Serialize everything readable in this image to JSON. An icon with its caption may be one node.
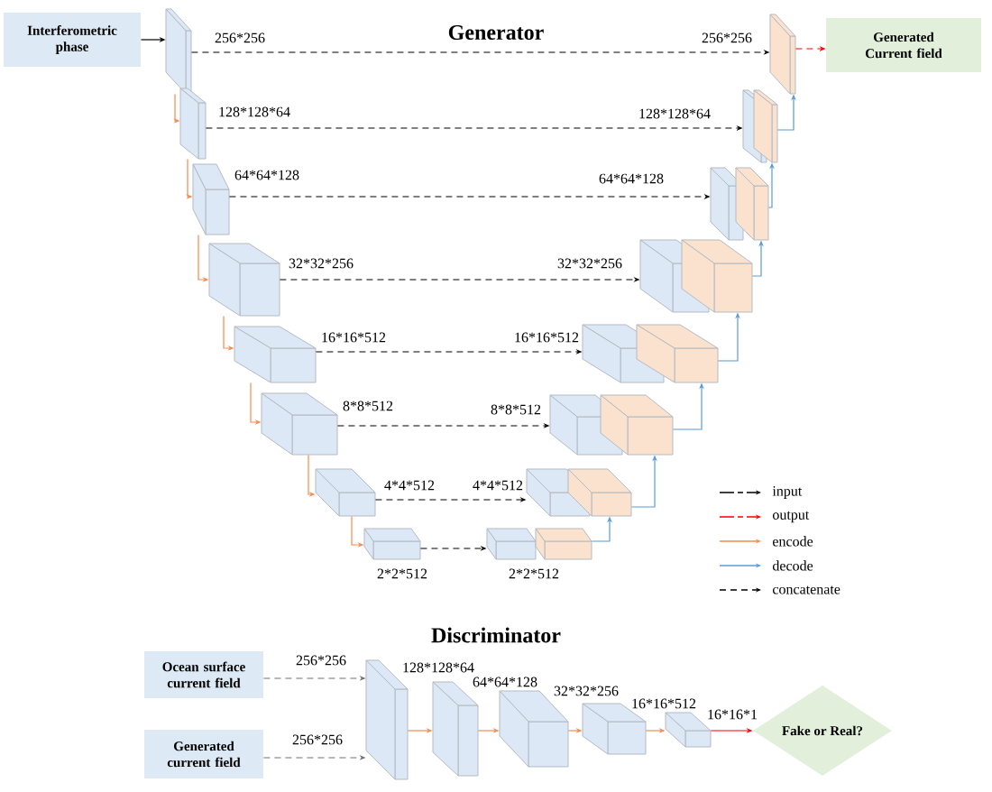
{
  "diagram": {
    "nodes": [
      {
        "text": [
          "Interferometric phase"
        ]
      },
      {
        "text": [],
        "shape": "box",
        "beside": [
          "256*256"
        ]
      },
      {
        "text": [],
        "shape": "box",
        "beside": [
          "128*128*64"
        ]
      },
      {
        "text": [],
        "shape": "box",
        "beside": [
          "64*64*128"
        ]
      },
      {
        "text": [],
        "shape": "box",
        "beside": [
          "32*32*256"
        ]
      },
      {
        "text": [],
        "shape": "box",
        "beside": [
          "16*16*512"
        ]
      },
      {
        "text": [],
        "shape": "box",
        "beside": [
          "8*8*512"
        ]
      },
      {
        "text": [],
        "shape": "box",
        "beside": [
          "4*4*512"
        ]
      },
      {
        "text": [],
        "shape": "box",
        "beside": [
          "2*2*512"
        ]
      },
      {
        "text": [],
        "shape": "box",
        "beside": [
          "256*256"
        ]
      },
      {
        "text": [],
        "shape": "box",
        "beside": [
          "128*128*64"
        ]
      },
      {
        "text": [],
        "shape": "box",
        "beside": [
          "64*64*128"
        ]
      },
      {
        "text": [],
        "shape": "box",
        "beside": [
          "32*32*256"
        ]
      },
      {
        "text": [],
        "shape": "box",
        "beside": [
          "16*16*512"
        ]
      },
      {
        "text": [],
        "shape": "box",
        "beside": [
          "8*8*512"
        ]
      },
      {
        "text": [],
        "shape": "box",
        "beside": [
          "4*4*512"
        ]
      },
      {
        "text": [],
        "shape": "box",
        "beside": [
          "2*2*512"
        ]
      },
      {
        "text": [
          "Generated Current field"
        ]
      },
      {
        "text": [
          "Ocean surface current field"
        ]
      },
      {
        "text": [
          "Generated current field"
        ]
      },
      {
        "text": [],
        "shape": "box",
        "beside": [
          "128*128*64"
        ]
      },
      {
        "text": [],
        "shape": "box",
        "beside": [
          "64*64*128"
        ]
      },
      {
        "text": [],
        "shape": "box",
        "beside": [
          "32*32*256"
        ]
      },
      {
        "text": [],
        "shape": "box",
        "beside": [
          "16*16*512"
        ]
      },
      {
        "text": [],
        "shape": "box"
      },
      {
        "text": [
          "Fake or Real?"
        ]
      }
    ],
    "edges": [
      {
        "from": 0,
        "to": 1,
        "arrow": "to",
        "color": "#000000"
      },
      {
        "from": 1,
        "to": 2,
        "arrow": "to",
        "color": "#f58b4c"
      },
      {
        "from": 2,
        "to": 3,
        "arrow": "to",
        "color": "#f58b4c"
      },
      {
        "from": 3,
        "to": 4,
        "arrow": "to",
        "color": "#f58b4c"
      },
      {
        "from": 4,
        "to": 5,
        "arrow": "to",
        "color": "#f58b4c"
      },
      {
        "from": 5,
        "to": 6,
        "arrow": "to",
        "color": "#f58b4c"
      },
      {
        "from": 6,
        "to": 7,
        "arrow": "to",
        "color": "#f58b4c"
      },
      {
        "from": 7,
        "to": 8,
        "arrow": "to",
        "color": "#f58b4c"
      },
      {
        "from": 1,
        "to": 9,
        "arrow": "to",
        "style": "dashed",
        "color": "#000000"
      },
      {
        "from": 2,
        "to": 10,
        "arrow": "to",
        "style": "dashed",
        "color": "#000000"
      },
      {
        "from": 3,
        "to": 11,
        "arrow": "to",
        "style": "dashed",
        "color": "#000000"
      },
      {
        "from": 4,
        "to": 12,
        "arrow": "to",
        "style": "dashed",
        "color": "#000000"
      },
      {
        "from": 5,
        "to": 13,
        "arrow": "to",
        "style": "dashed",
        "color": "#000000"
      },
      {
        "from": 6,
        "to": 14,
        "arrow": "to",
        "style": "dashed",
        "color": "#000000"
      },
      {
        "from": 7,
        "to": 15,
        "arrow": "to",
        "style": "dashed",
        "color": "#000000"
      },
      {
        "from": 8,
        "to": 16,
        "arrow": "to",
        "style": "dashed",
        "color": "#000000"
      },
      {
        "from": 16,
        "to": 15,
        "arrow": "to",
        "color": "#5b9bd5"
      },
      {
        "from": 15,
        "to": 14,
        "arrow": "to",
        "color": "#5b9bd5"
      },
      {
        "from": 14,
        "to": 13,
        "arrow": "to",
        "color": "#5b9bd5"
      },
      {
        "from": 13,
        "to": 12,
        "arrow": "to",
        "color": "#5b9bd5"
      },
      {
        "from": 12,
        "to": 11,
        "arrow": "to",
        "color": "#5b9bd5"
      },
      {
        "from": 11,
        "to": 10,
        "arrow": "to",
        "color": "#5b9bd5"
      },
      {
        "from": 10,
        "to": 9,
        "arrow": "to",
        "color": "#5b9bd5"
      },
      {
        "from": 9,
        "to": 17,
        "arrow": "to",
        "style": "dashed",
        "color": "#ff0000"
      },
      {
        "from": 18,
        "to": 20,
        "arrow": "to",
        "label": "256*256",
        "style": "dashed",
        "color": "#707070"
      },
      {
        "from": 19,
        "to": 20,
        "arrow": "to",
        "label": "256*256",
        "style": "dashed",
        "color": "#707070"
      },
      {
        "from": 20,
        "to": 21,
        "arrow": "to",
        "color": "#f58b4c"
      },
      {
        "from": 21,
        "to": 22,
        "arrow": "to",
        "color": "#f58b4c"
      },
      {
        "from": 22,
        "to": 23,
        "arrow": "to",
        "color": "#f58b4c"
      },
      {
        "from": 23,
        "to": 24,
        "arrow": "to",
        "color": "#f58b4c"
      },
      {
        "from": 24,
        "to": 25,
        "arrow": "to",
        "label": "16*16*1",
        "color": "#ff0000"
      }
    ],
    "labels": [
      "Generator",
      "Discriminator"
    ],
    "legend": [
      {
        "text": "input"
      },
      {
        "text": "output"
      },
      {
        "text": "encode"
      },
      {
        "text": "decode"
      },
      {
        "text": "concatenate"
      }
    ]
  }
}
